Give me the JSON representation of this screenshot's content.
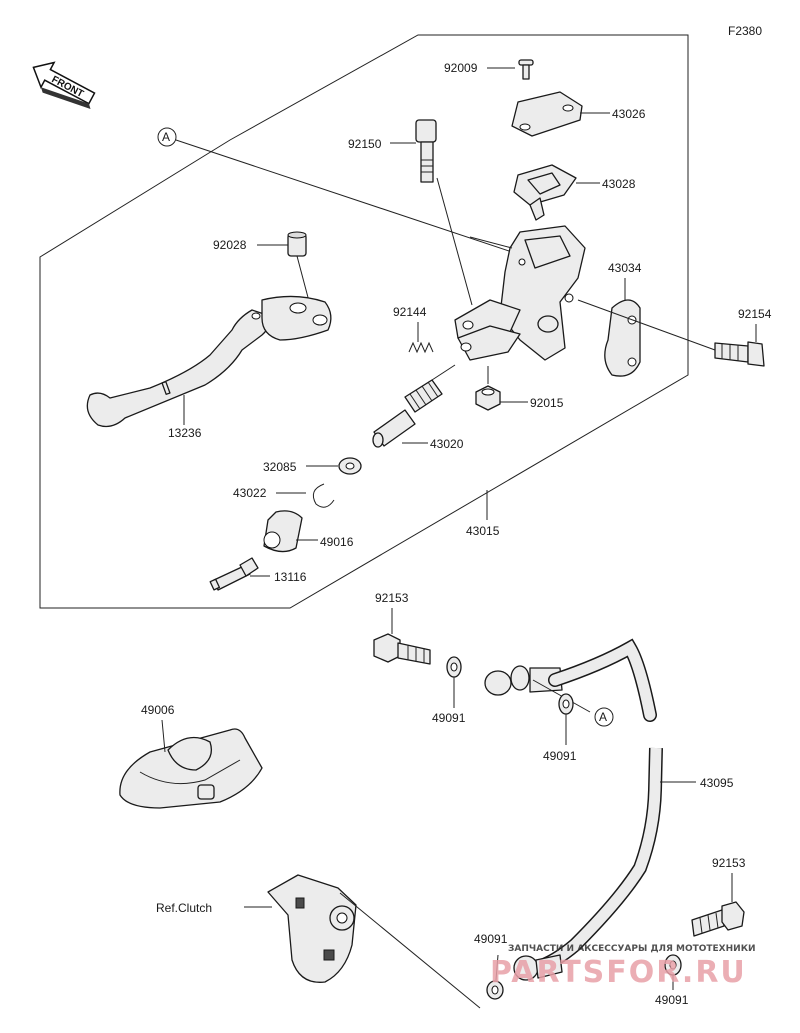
{
  "figure_code": "F2380",
  "front_label": "FRONT",
  "ref_a": "A",
  "parts": {
    "p92009": "92009",
    "p43026": "43026",
    "p92150": "92150",
    "p43028": "43028",
    "p92028": "92028",
    "p43034": "43034",
    "p92144": "92144",
    "p92154": "92154",
    "p92015": "92015",
    "p13236": "13236",
    "p43020": "43020",
    "p32085": "32085",
    "p43022": "43022",
    "p49016": "49016",
    "p43015": "43015",
    "p13116": "13116",
    "p92153_top": "92153",
    "p49091_a": "49091",
    "p49091_b": "49091",
    "p49006": "49006",
    "p43095": "43095",
    "p92153_bot": "92153",
    "p49091_c": "49091",
    "p49091_d": "49091"
  },
  "ref_clutch": "Ref.Clutch",
  "watermark": {
    "tagline": "ЗАПЧАСТИ И АКСЕССУАРЫ ДЛЯ МОТОТЕХНИКИ",
    "brand": "PARTSFOR.RU"
  }
}
